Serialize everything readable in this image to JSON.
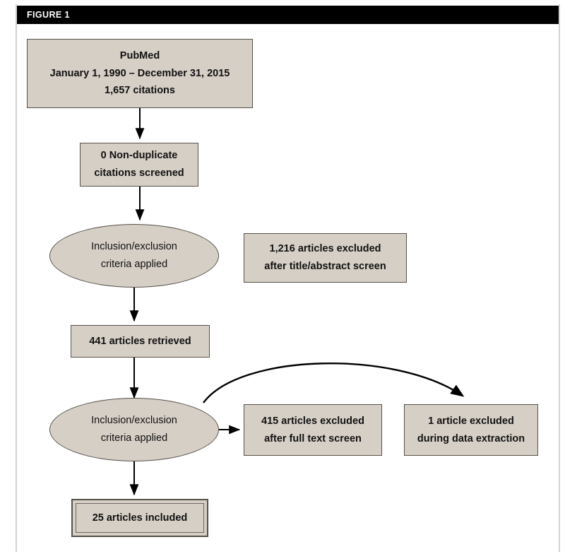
{
  "figure": {
    "header_label": "FIGURE 1",
    "colors": {
      "node_fill": "#d6cfc6",
      "node_stroke": "#555049",
      "header_bg": "#000000",
      "header_text": "#ffffff",
      "connector": "#000000",
      "frame": "#d3d3d3"
    }
  },
  "nodes": {
    "pubmed": {
      "shape": "rect",
      "line1": "PubMed",
      "line2": "January 1, 1990 – December 31, 2015",
      "line3": "1,657 citations"
    },
    "nonduplicate": {
      "shape": "rect",
      "line1": "0 Non-duplicate",
      "line2": "citations screened"
    },
    "criteria_1": {
      "shape": "ellipse",
      "line1": "Inclusion/exclusion",
      "line2": "criteria applied"
    },
    "excluded_1": {
      "shape": "rect",
      "line1": "1,216 articles excluded",
      "line2": "after title/abstract screen"
    },
    "retrieved": {
      "shape": "rect",
      "line1": "441 articles retrieved"
    },
    "criteria_2": {
      "shape": "ellipse",
      "line1": "Inclusion/exclusion",
      "line2": "criteria applied"
    },
    "excluded_2": {
      "shape": "rect",
      "line1": "415 articles excluded",
      "line2": "after full text screen"
    },
    "excluded_3": {
      "shape": "rect",
      "line1": "1 article excluded",
      "line2": "during data extraction"
    },
    "included": {
      "shape": "double-rect",
      "line1": "25 articles included"
    }
  },
  "flow": {
    "edges": [
      {
        "from": "pubmed",
        "to": "nonduplicate",
        "style": "straight-down"
      },
      {
        "from": "nonduplicate",
        "to": "criteria_1",
        "style": "straight-down"
      },
      {
        "from": "criteria_1",
        "to": "retrieved",
        "style": "straight-down"
      },
      {
        "from": "retrieved",
        "to": "criteria_2",
        "style": "straight-down"
      },
      {
        "from": "criteria_2",
        "to": "excluded_2",
        "style": "straight-right"
      },
      {
        "from": "criteria_2",
        "to": "excluded_3",
        "style": "curved-arc"
      },
      {
        "from": "criteria_2",
        "to": "included",
        "style": "straight-down"
      }
    ]
  }
}
